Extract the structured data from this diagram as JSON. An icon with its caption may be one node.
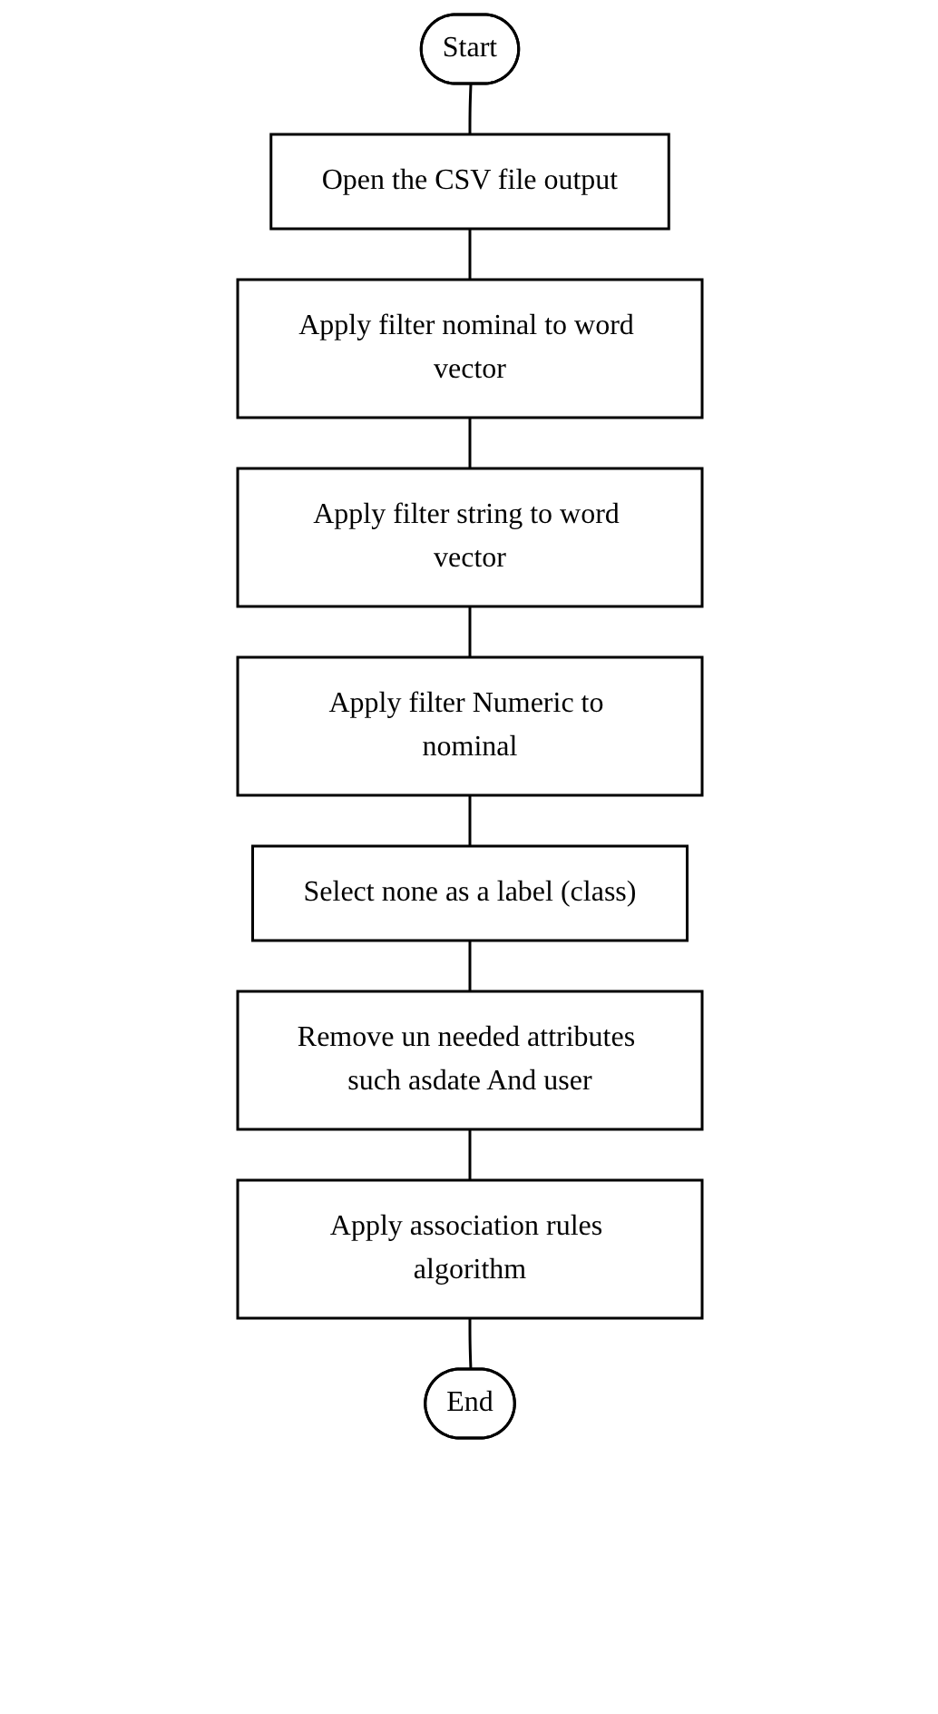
{
  "diagram": {
    "nodes": [
      {
        "text": [
          "Start"
        ]
      },
      {
        "text": [
          "Open the CSV file output"
        ]
      },
      {
        "text": [
          "Apply filter nominal to word vector"
        ]
      },
      {
        "text": [
          "Apply filter string to word vector"
        ]
      },
      {
        "text": [
          "Apply filter Numeric to nominal"
        ]
      },
      {
        "text": [
          "Select none as a label (class)"
        ]
      },
      {
        "text": [
          "Remove un needed attributes such asdate And user"
        ]
      },
      {
        "text": [
          "Apply association rules algorithm"
        ]
      },
      {
        "text": [
          "End"
        ]
      }
    ],
    "edges": [
      {
        "from": 0,
        "to": 1,
        "arrow": "none"
      },
      {
        "from": 1,
        "to": 2,
        "arrow": "none"
      },
      {
        "from": 2,
        "to": 3,
        "arrow": "none"
      },
      {
        "from": 3,
        "to": 4,
        "arrow": "none"
      },
      {
        "from": 4,
        "to": 5,
        "arrow": "none"
      },
      {
        "from": 5,
        "to": 6,
        "arrow": "none"
      },
      {
        "from": 6,
        "to": 7,
        "arrow": "none"
      },
      {
        "from": 7,
        "to": 8,
        "arrow": "none"
      }
    ]
  }
}
